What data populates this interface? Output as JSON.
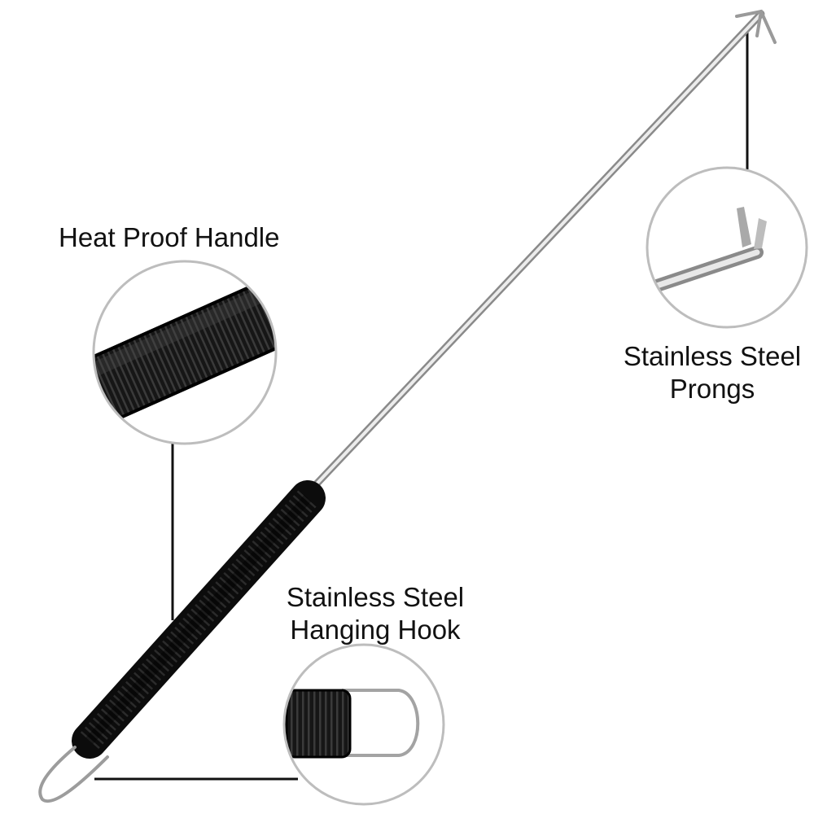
{
  "callouts": {
    "handle": {
      "line1": "Heat Proof Handle"
    },
    "prongs": {
      "line1": "Stainless Steel",
      "line2": "Prongs"
    },
    "hook": {
      "line1": "Stainless Steel",
      "line2": "Hanging Hook"
    }
  },
  "colors": {
    "background": "#ffffff",
    "handle": "#141414",
    "handle_ridge": "#2e2e2e",
    "steel_light": "#e6e6e6",
    "steel_dark": "#8a8a8a",
    "leader_line": "#111111",
    "circle_border": "#bdbdbd",
    "text": "#111111"
  },
  "icons": [
    "prong-tip-icon",
    "hanging-hook-icon",
    "ribbed-handle-icon"
  ]
}
